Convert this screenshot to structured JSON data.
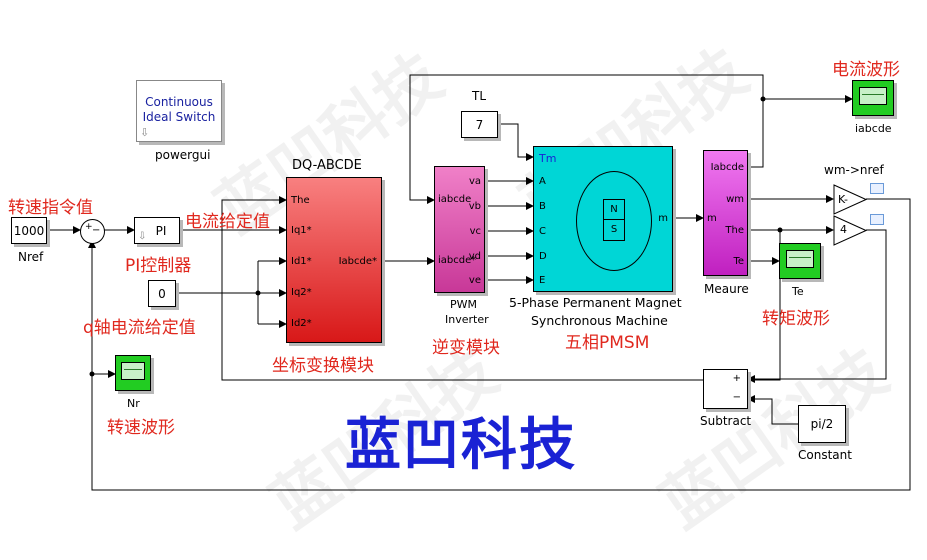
{
  "watermark": {
    "text": "蓝凹科技"
  },
  "powergui": {
    "line1": "Continuous",
    "line2": "Ideal Switch",
    "label": "powergui"
  },
  "blocks": {
    "nref_const": {
      "value": "1000",
      "label": "Nref"
    },
    "pi": {
      "value": "PI"
    },
    "zero_const": {
      "value": "0"
    },
    "tl_const": {
      "value": "7",
      "label": "TL"
    },
    "pi2_const": {
      "value": "pi/2",
      "label": "Constant"
    },
    "sum_signs": {
      "plus": "+",
      "minus": "−"
    },
    "dq": {
      "title": "DQ-ABCDE",
      "in1": "The",
      "in2": "Iq1*",
      "in3": "Id1*",
      "in4": "Iq2*",
      "in5": "Id2*",
      "out": "Iabcde*"
    },
    "pwm": {
      "in1": "iabcde",
      "in2": "iabcde*",
      "out1": "va",
      "out2": "vb",
      "out3": "vc",
      "out4": "vd",
      "out5": "ve",
      "label1": "PWM",
      "label2": "Inverter"
    },
    "machine": {
      "tm": "Tm",
      "a": "A",
      "b": "B",
      "c": "C",
      "d": "D",
      "e": "E",
      "m": "m",
      "n": "N",
      "s": "S",
      "label1": "5-Phase Permanent Magnet",
      "label2": "Synchronous Machine"
    },
    "measure": {
      "in": "m",
      "out1": "Iabcde",
      "out2": "wm",
      "out3": "The",
      "out4": "Te",
      "label": "Meaure"
    },
    "gain1": {
      "value": "K-",
      "label": "wm->nref"
    },
    "gain2": {
      "value": "4"
    },
    "subtract": {
      "plus": "+",
      "minus": "−",
      "label": "Subtract"
    },
    "scopes": {
      "iabcde": "iabcde",
      "te": "Te",
      "nr": "Nr"
    }
  },
  "annotations": {
    "current_wave": "电流波形",
    "speed_cmd": "转速指令值",
    "current_ref": "电流给定值",
    "pi_ctrl": "PI控制器",
    "q_current": "q轴电流给定值",
    "coord": "坐标变换模块",
    "inverter": "逆变模块",
    "pmsm": "五相PMSM",
    "torque_wave": "转矩波形",
    "speed_wave": "转速波形"
  },
  "footer": {
    "brand": "蓝凹科技",
    "brand_color": "#1a22d4"
  },
  "colors": {
    "dq": "#f25050",
    "pwm": "#e066b0",
    "machine": "#00d6d6",
    "measure": "#e040e0",
    "scope": "#22cc22",
    "annotation": "#e0281e"
  }
}
